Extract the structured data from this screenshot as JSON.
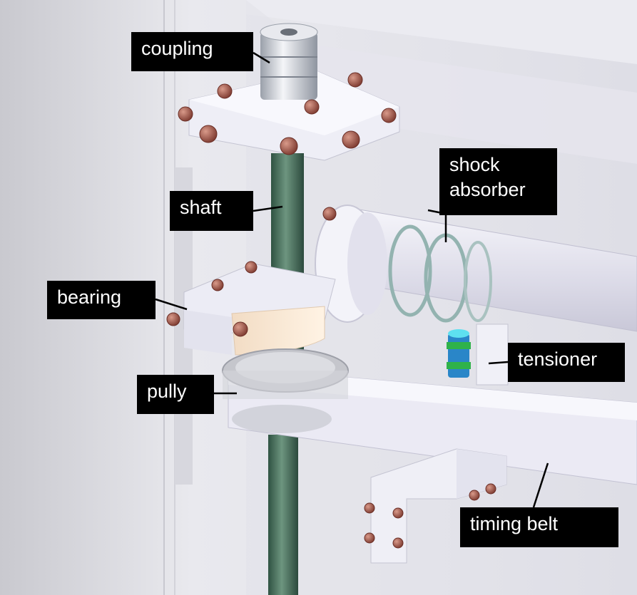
{
  "labels": {
    "coupling": "coupling",
    "shaft": "shaft",
    "shock_absorber_line1": "shock",
    "shock_absorber_line2": "absorber",
    "bearing": "bearing",
    "tensioner": "tensioner",
    "pully": "pully",
    "timing_belt": "timing belt"
  },
  "colors": {
    "label_bg": "#000000",
    "label_text": "#ffffff",
    "shaft": "#4f7a63",
    "bolt": "#a8574a",
    "frame": "#ecebf4",
    "spring": "#93b3b0"
  }
}
